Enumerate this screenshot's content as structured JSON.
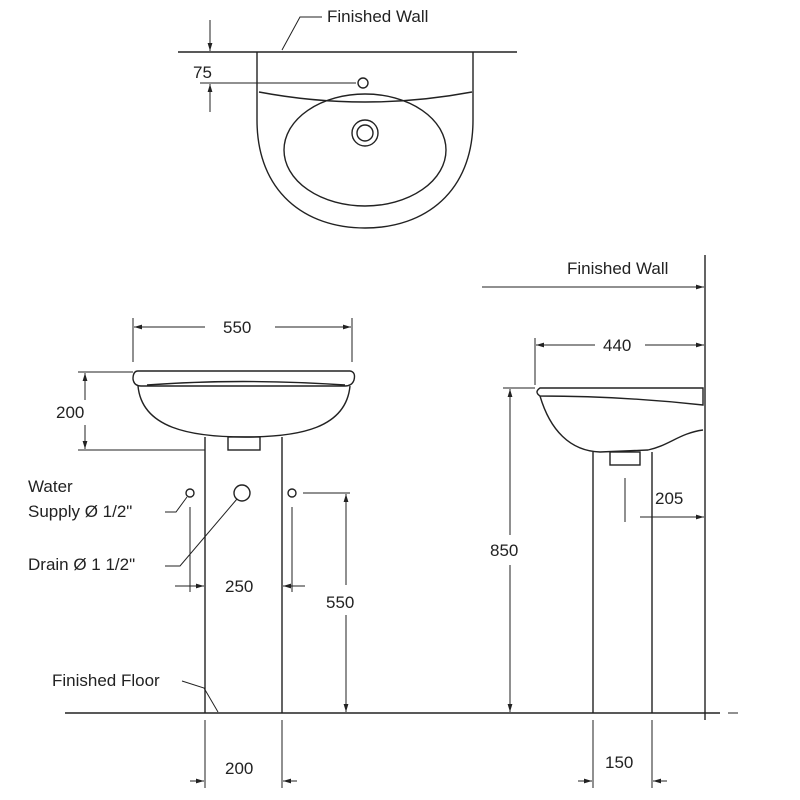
{
  "top_view": {
    "finished_wall": "Finished Wall",
    "dim_75": "75"
  },
  "front_view": {
    "dim_width": "550",
    "dim_height": "200",
    "water_supply_line1": "Water",
    "water_supply_line2": "Supply Ø 1/2\"",
    "drain": "Drain Ø 1 1/2\"",
    "dim_supply_spacing": "250",
    "dim_supply_height": "550",
    "finished_floor": "Finished Floor",
    "dim_pedestal_width": "200"
  },
  "side_view": {
    "finished_wall": "Finished Wall",
    "dim_depth": "440",
    "dim_height": "850",
    "dim_trap": "205",
    "dim_pedestal_depth": "150"
  }
}
